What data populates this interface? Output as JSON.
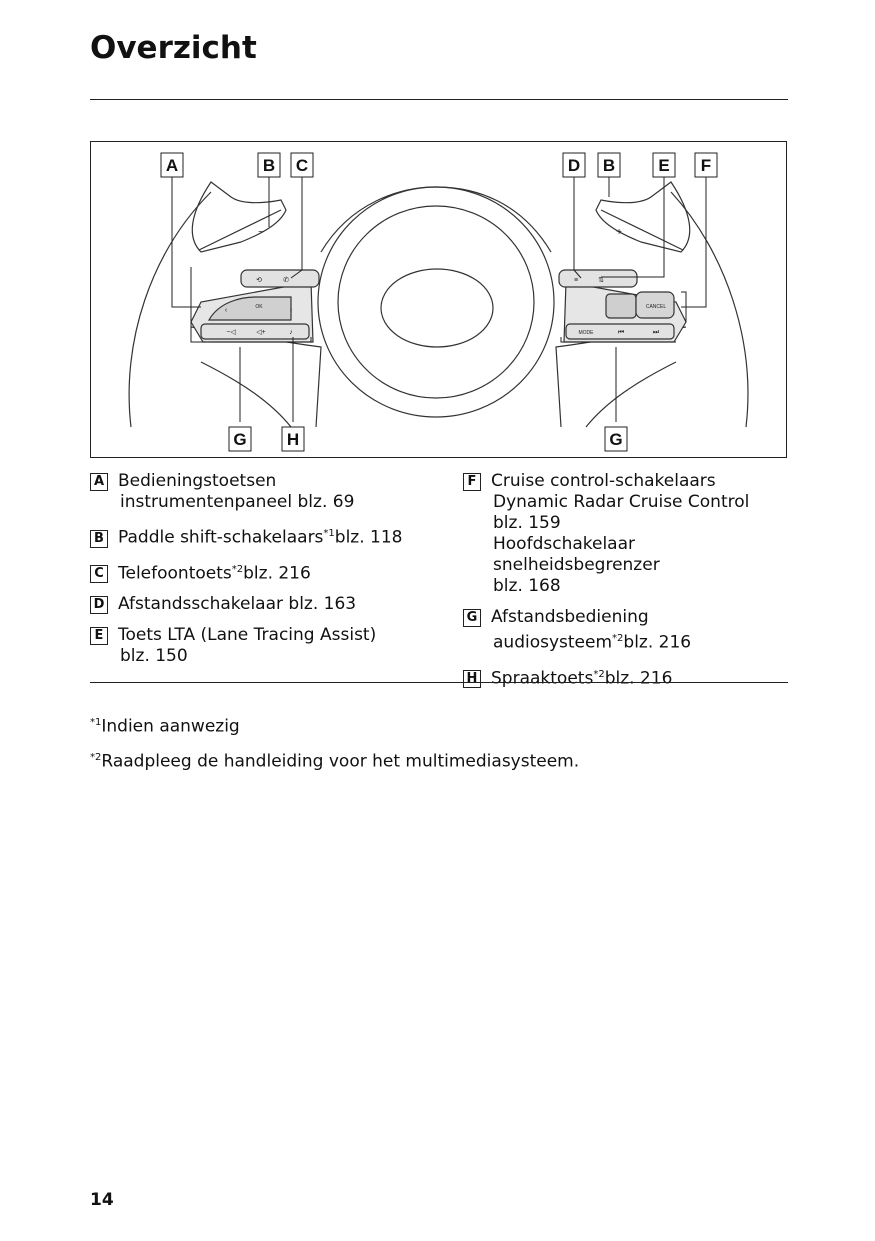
{
  "header": {
    "title": "Overzicht"
  },
  "figure": {
    "callouts_top_left": [
      "A",
      "B",
      "C"
    ],
    "callouts_top_right": [
      "D",
      "B",
      "E",
      "F"
    ],
    "callouts_bottom_left": [
      "G",
      "H"
    ],
    "callouts_bottom_right": [
      "G"
    ],
    "button_labels": {
      "ok": "OK",
      "cancel": "CANCEL",
      "mode": "MODE",
      "minus": "−",
      "plus": "+"
    }
  },
  "legend": {
    "A": {
      "letter": "A",
      "line1": "Bedieningstoetsen",
      "line2": "instrumentenpaneel blz. 69"
    },
    "B": {
      "letter": "B",
      "text": "Paddle shift-schakelaars",
      "sup": "*1",
      "ref": "blz. 118"
    },
    "C": {
      "letter": "C",
      "text": "Telefoontoets",
      "sup": "*2",
      "ref": "blz. 216"
    },
    "D": {
      "letter": "D",
      "text": "Afstandsschakelaar blz. 163"
    },
    "E": {
      "letter": "E",
      "line1": "Toets LTA (Lane Tracing Assist)",
      "line2": "blz. 150"
    },
    "F": {
      "letter": "F",
      "line1": "Cruise control-schakelaars",
      "line2": "Dynamic Radar Cruise Control",
      "line3": "blz. 159",
      "line4": "Hoofdschakelaar snelheidsbegrenzer",
      "line5": "blz. 168"
    },
    "G": {
      "letter": "G",
      "line1": "Afstandsbediening",
      "line2": "audiosysteem",
      "sup": "*2",
      "ref": "blz. 216"
    },
    "H": {
      "letter": "H",
      "text": "Spraaktoets",
      "sup": "*2",
      "ref": "blz. 216"
    }
  },
  "footnotes": [
    {
      "mark": "*1",
      "text": "Indien aanwezig"
    },
    {
      "mark": "*2",
      "text": "Raadpleeg de handleiding voor het multimediasysteem."
    }
  ],
  "page_number": "14"
}
